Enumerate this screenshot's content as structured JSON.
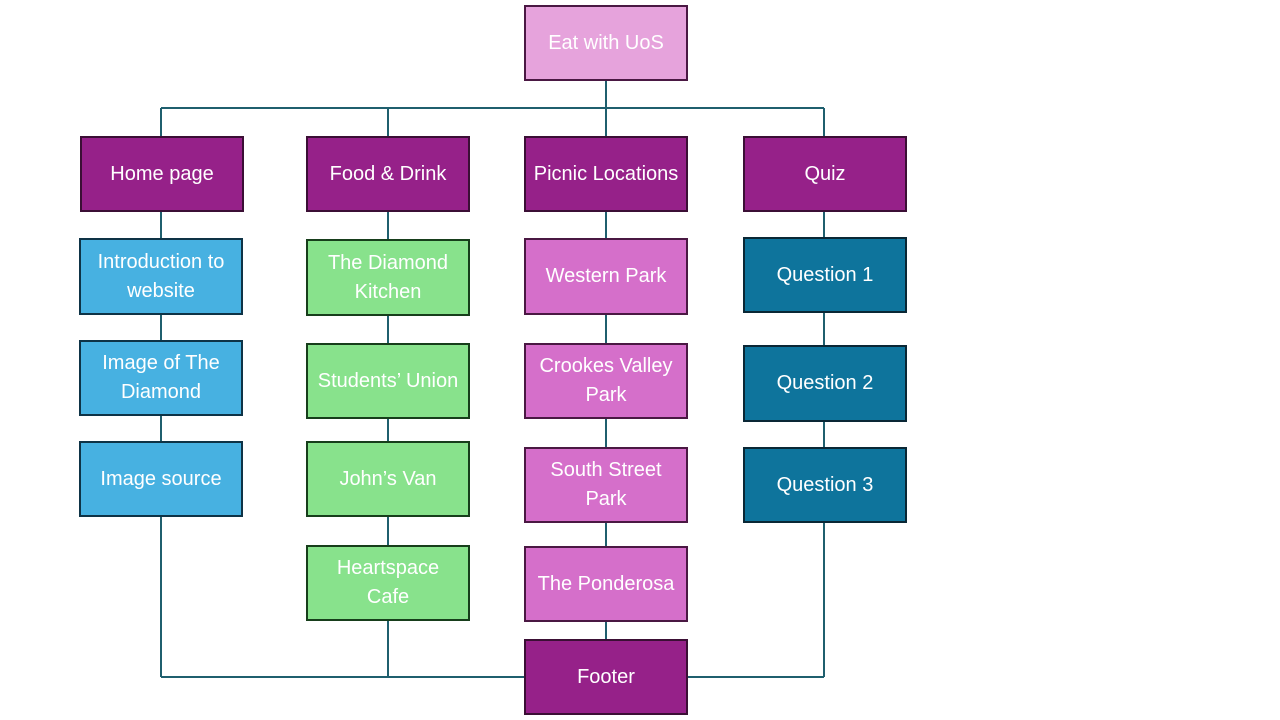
{
  "root": "Eat with UoS",
  "sections": {
    "home": {
      "title": "Home page",
      "items": [
        "Introduction to website",
        "Image of The Diamond",
        "Image source"
      ]
    },
    "food": {
      "title": "Food & Drink",
      "items": [
        "The Diamond Kitchen",
        "Students’ Union",
        "John’s Van",
        "Heartspace Cafe"
      ]
    },
    "locations": {
      "title": "Picnic Locations",
      "items": [
        "Western Park",
        "Crookes Valley Park",
        "South Street Park",
        "The Ponderosa"
      ]
    },
    "quiz": {
      "title": "Quiz",
      "items": [
        "Question 1",
        "Question 2",
        "Question 3"
      ]
    }
  },
  "footer": "Footer",
  "colors": {
    "root": "#e6a3dc",
    "category": "#962189",
    "home_items": "#47b1e1",
    "food_items": "#88e28c",
    "location_items": "#d56fca",
    "quiz_items": "#0e749c",
    "connector": "#1f5f6e"
  }
}
